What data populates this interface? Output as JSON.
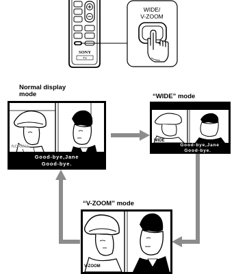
{
  "remote": {
    "button_label_line1": "WIDE/",
    "button_label_line2": "V-ZOOM",
    "brand": "SONY",
    "sub_brand": "TV"
  },
  "modes": {
    "normal": {
      "title_line1": "Normal display",
      "title_line2": "mode",
      "badge": "NORMAL",
      "caption_line1": "Good-bye,Jane",
      "caption_line2": "Good-bye."
    },
    "wide": {
      "title": "“WIDE” mode",
      "badge": "WIDE",
      "caption_line1": "Good-bye,Jane",
      "caption_line2": "Good-bye."
    },
    "vzoom": {
      "title": "“V-ZOOM” mode",
      "badge": "V-ZOOM"
    }
  },
  "colors": {
    "arrow": "#8c8c8c",
    "screen": "#000000",
    "frame": "#000000"
  }
}
